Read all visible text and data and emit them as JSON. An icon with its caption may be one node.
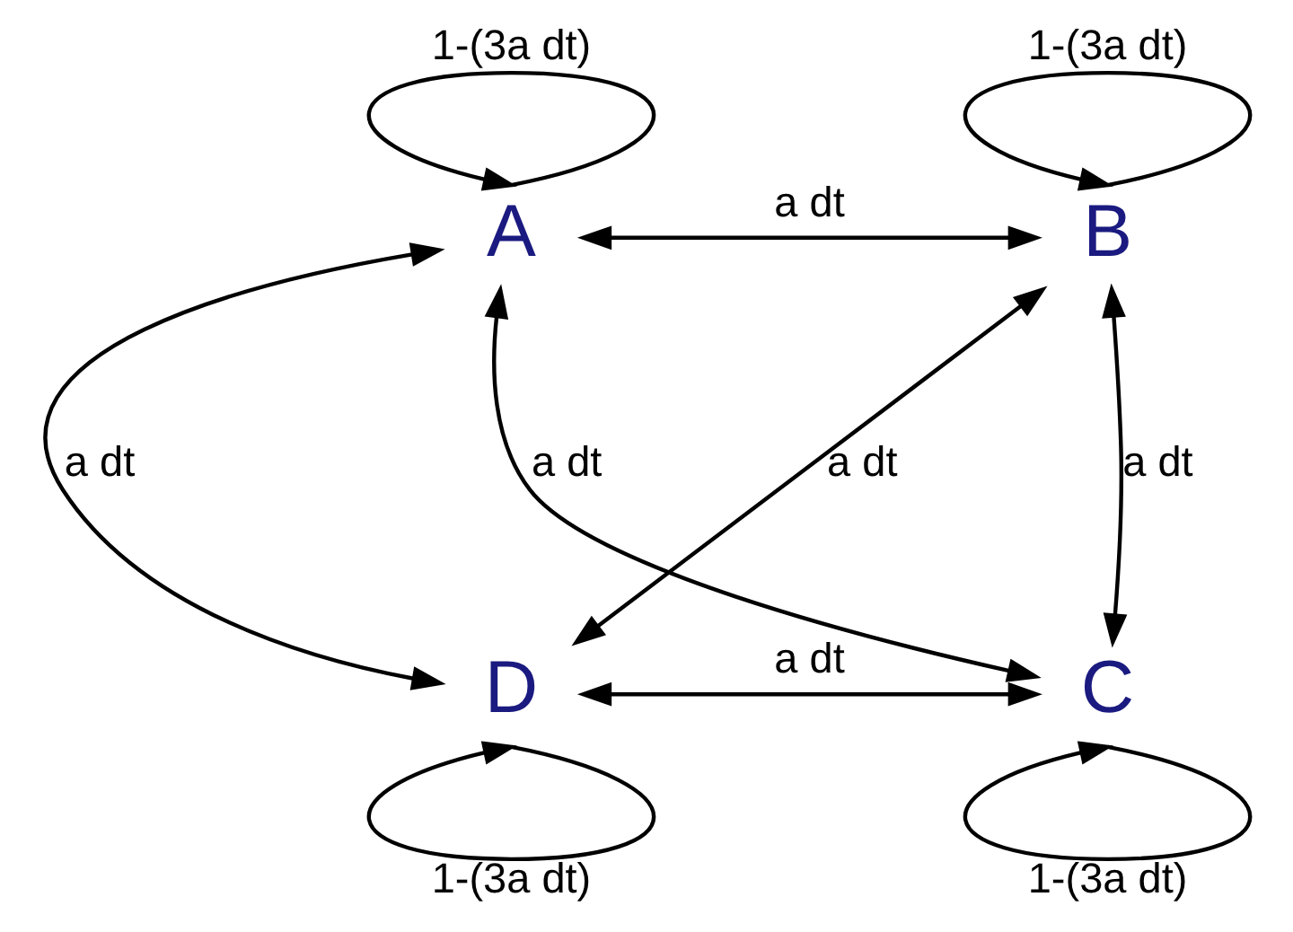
{
  "diagram": {
    "nodes": [
      {
        "text": [
          "A"
        ]
      },
      {
        "text": [
          "B"
        ]
      },
      {
        "text": [
          "C"
        ]
      },
      {
        "text": [
          "D"
        ]
      }
    ],
    "edges": [
      {
        "from": 0,
        "to": 0,
        "arrow": "to",
        "label": "1-(3a dt)"
      },
      {
        "from": 1,
        "to": 1,
        "arrow": "to",
        "label": "1-(3a dt)"
      },
      {
        "from": 0,
        "to": 1,
        "arrow": "both",
        "label": "a dt"
      },
      {
        "from": 0,
        "to": 3,
        "arrow": "both",
        "label": "a dt"
      },
      {
        "from": 1,
        "to": 2,
        "arrow": "both",
        "label": "a dt"
      },
      {
        "from": 0,
        "to": 2,
        "arrow": "both",
        "label": "a dt"
      },
      {
        "from": 1,
        "to": 3,
        "arrow": "both",
        "label": "a dt"
      },
      {
        "from": 3,
        "to": 2,
        "arrow": "both",
        "label": "a dt"
      },
      {
        "from": 3,
        "to": 3,
        "arrow": "to",
        "label": "1-(3a dt)"
      },
      {
        "from": 2,
        "to": 2,
        "arrow": "to",
        "label": "1-(3a dt)"
      }
    ]
  }
}
